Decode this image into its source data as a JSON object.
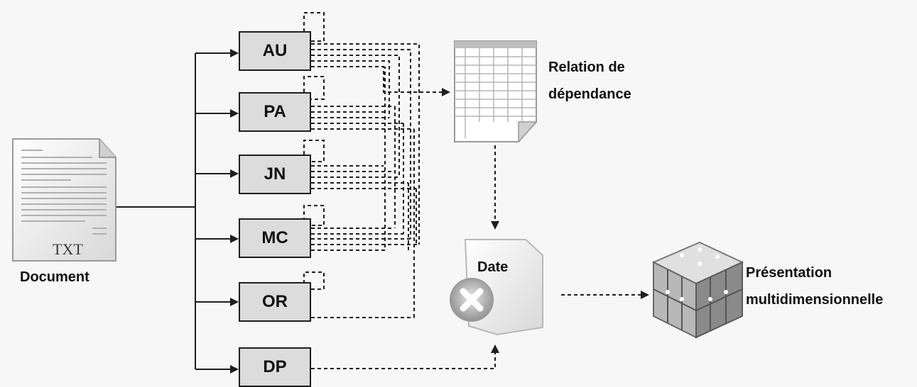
{
  "boxes": [
    {
      "id": "au",
      "label": "AU"
    },
    {
      "id": "pa",
      "label": "PA"
    },
    {
      "id": "jn",
      "label": "JN"
    },
    {
      "id": "mc",
      "label": "MC"
    },
    {
      "id": "or",
      "label": "OR"
    },
    {
      "id": "dp",
      "label": "DP"
    }
  ],
  "document": {
    "label": "Document",
    "icon_text": "TXT"
  },
  "relation": {
    "line1": "Relation de",
    "line2": "dépendance"
  },
  "date": {
    "label": "Date"
  },
  "presentation": {
    "line1": "Présentation",
    "line2": "multidimensionnelle"
  },
  "colors": {
    "box_fill": "#dcdcdc",
    "line": "#1e1e1e",
    "background": "#f7f7f7"
  }
}
